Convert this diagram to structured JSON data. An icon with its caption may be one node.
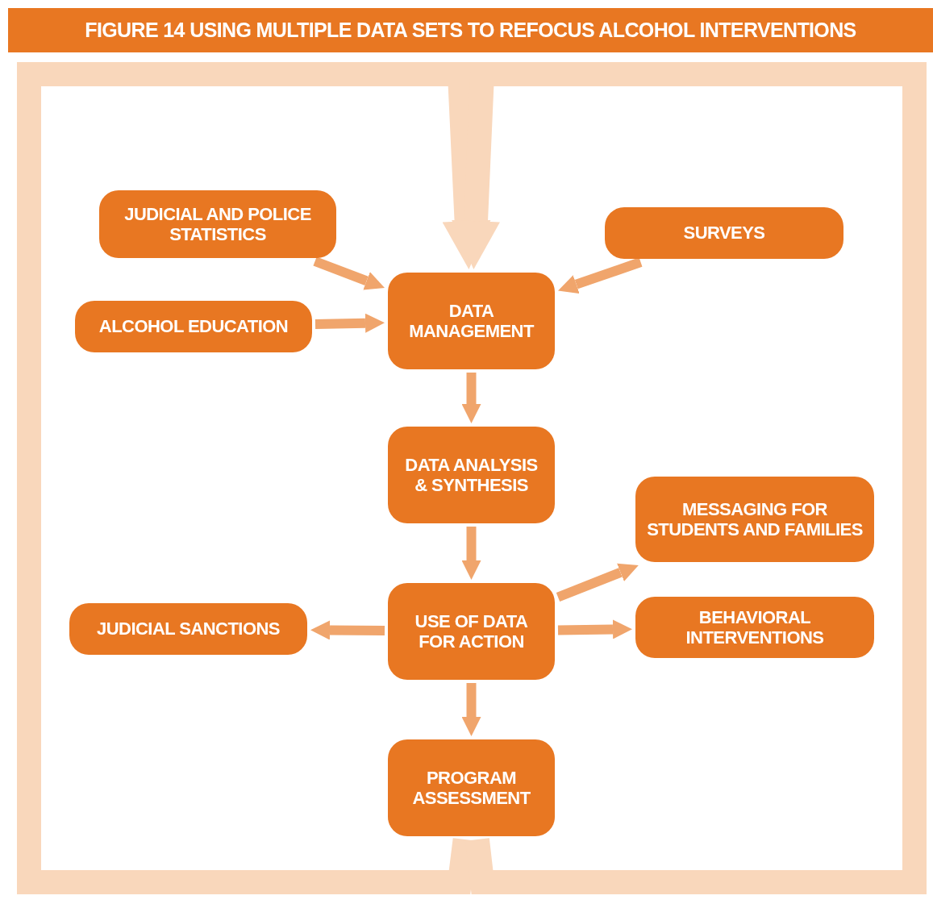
{
  "diagram": {
    "title": "FIGURE 14 USING MULTIPLE DATA SETS TO REFOCUS ALCOHOL INTERVENTIONS",
    "nodes": [
      {
        "text": [
          "JUDICIAL AND POLICE STATISTICS"
        ]
      },
      {
        "text": [
          "SURVEYS"
        ]
      },
      {
        "text": [
          "ALCOHOL EDUCATION"
        ]
      },
      {
        "text": [
          "DATA MANAGEMENT"
        ]
      },
      {
        "text": [
          "DATA ANALYSIS & SYNTHESIS"
        ]
      },
      {
        "text": [
          "MESSAGING FOR STUDENTS AND FAMILIES"
        ]
      },
      {
        "text": [
          "JUDICIAL SANCTIONS"
        ]
      },
      {
        "text": [
          "USE OF DATA FOR ACTION"
        ]
      },
      {
        "text": [
          "BEHAVIORAL INTERVENTIONS"
        ]
      },
      {
        "text": [
          "PROGRAM ASSESSMENT"
        ]
      }
    ],
    "edges": [
      {
        "from": 0,
        "to": 3,
        "arrow": "to"
      },
      {
        "from": 1,
        "to": 3,
        "arrow": "to"
      },
      {
        "from": 2,
        "to": 3,
        "arrow": "to"
      },
      {
        "from": 3,
        "to": 4,
        "arrow": "to"
      },
      {
        "from": 4,
        "to": 7,
        "arrow": "to"
      },
      {
        "from": 7,
        "to": 5,
        "arrow": "to"
      },
      {
        "from": 7,
        "to": 6,
        "arrow": "to"
      },
      {
        "from": 7,
        "to": 8,
        "arrow": "to"
      },
      {
        "from": 7,
        "to": 9,
        "arrow": "to"
      },
      {
        "from": 9,
        "to": 3,
        "arrow": "to",
        "style": "thick",
        "color": "#f9d7bb"
      },
      {
        "from": 9,
        "to": 3,
        "arrow": "to",
        "style": "thick",
        "color": "#f9d7bb"
      }
    ]
  }
}
